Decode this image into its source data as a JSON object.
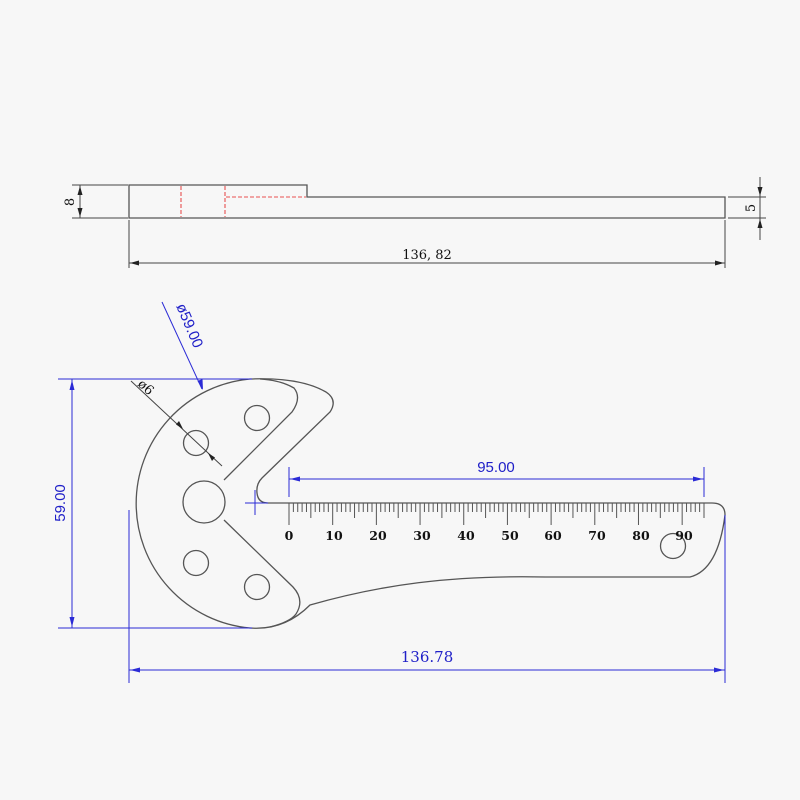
{
  "drawing": {
    "side_view": {
      "overall_length_label": "136, 82",
      "thickness_hub_label": "8",
      "thickness_blade_label": "5"
    },
    "top_view": {
      "diameter_label": "ø59.00",
      "hole_diameter_label": "ø6",
      "height_label": "59.00",
      "overall_length_label": "136.78",
      "scale_length_label": "95.00",
      "scale_ticks": [
        "0",
        "10",
        "20",
        "30",
        "40",
        "50",
        "60",
        "70",
        "80",
        "90"
      ]
    },
    "colors": {
      "outline": "#555555",
      "dimension_blue": "#2b2bd6",
      "hidden_line_red": "#e85050",
      "background": "#f7f7f7"
    }
  }
}
